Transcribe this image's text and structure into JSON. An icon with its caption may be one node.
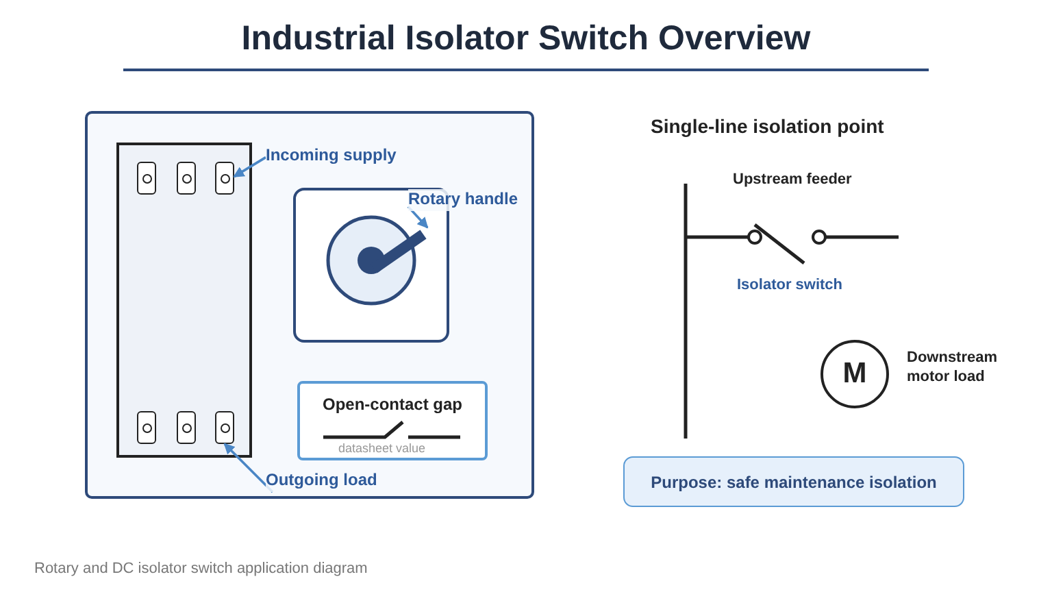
{
  "diagram": {
    "title": "Industrial Isolator Switch Overview",
    "caption": "Rotary and DC isolator switch application diagram",
    "nodes": [
      {
        "text": [],
        "shape": "box"
      },
      {
        "text": [],
        "shape": "box",
        "in": 0
      },
      {
        "text": [],
        "shape": "box",
        "in": 1
      },
      {
        "text": [],
        "shape": "box",
        "in": 1
      },
      {
        "text": [],
        "shape": "box",
        "in": 1
      },
      {
        "text": [],
        "shape": "box",
        "in": 1
      },
      {
        "text": [],
        "shape": "box",
        "in": 1
      },
      {
        "text": [],
        "shape": "box",
        "in": 1
      },
      {
        "text": [
          "Incoming supply"
        ],
        "in": 0
      },
      {
        "text": [
          "Outgoing load"
        ],
        "in": 0
      },
      {
        "text": [],
        "shape": "box",
        "in": 0
      },
      {
        "text": [],
        "shape": "bar",
        "in": 10
      },
      {
        "text": [
          "Rotary handle"
        ],
        "in": 0
      },
      {
        "text": [
          "Open-contact gap",
          "datasheet value"
        ],
        "in": 0
      },
      {
        "text": [
          "M"
        ],
        "beside": [
          "Downstream motor load"
        ]
      },
      {
        "text": [
          "Purpose: safe maintenance isolation"
        ]
      }
    ],
    "edges": [
      {
        "from": 8,
        "to": 4,
        "arrow": "to"
      },
      {
        "from": 9,
        "to": 7,
        "arrow": "to"
      },
      {
        "from": 12,
        "to": 11,
        "arrow": "to"
      }
    ],
    "labels": [
      "Single-line isolation point",
      "Upstream feeder",
      "Isolator switch"
    ]
  }
}
